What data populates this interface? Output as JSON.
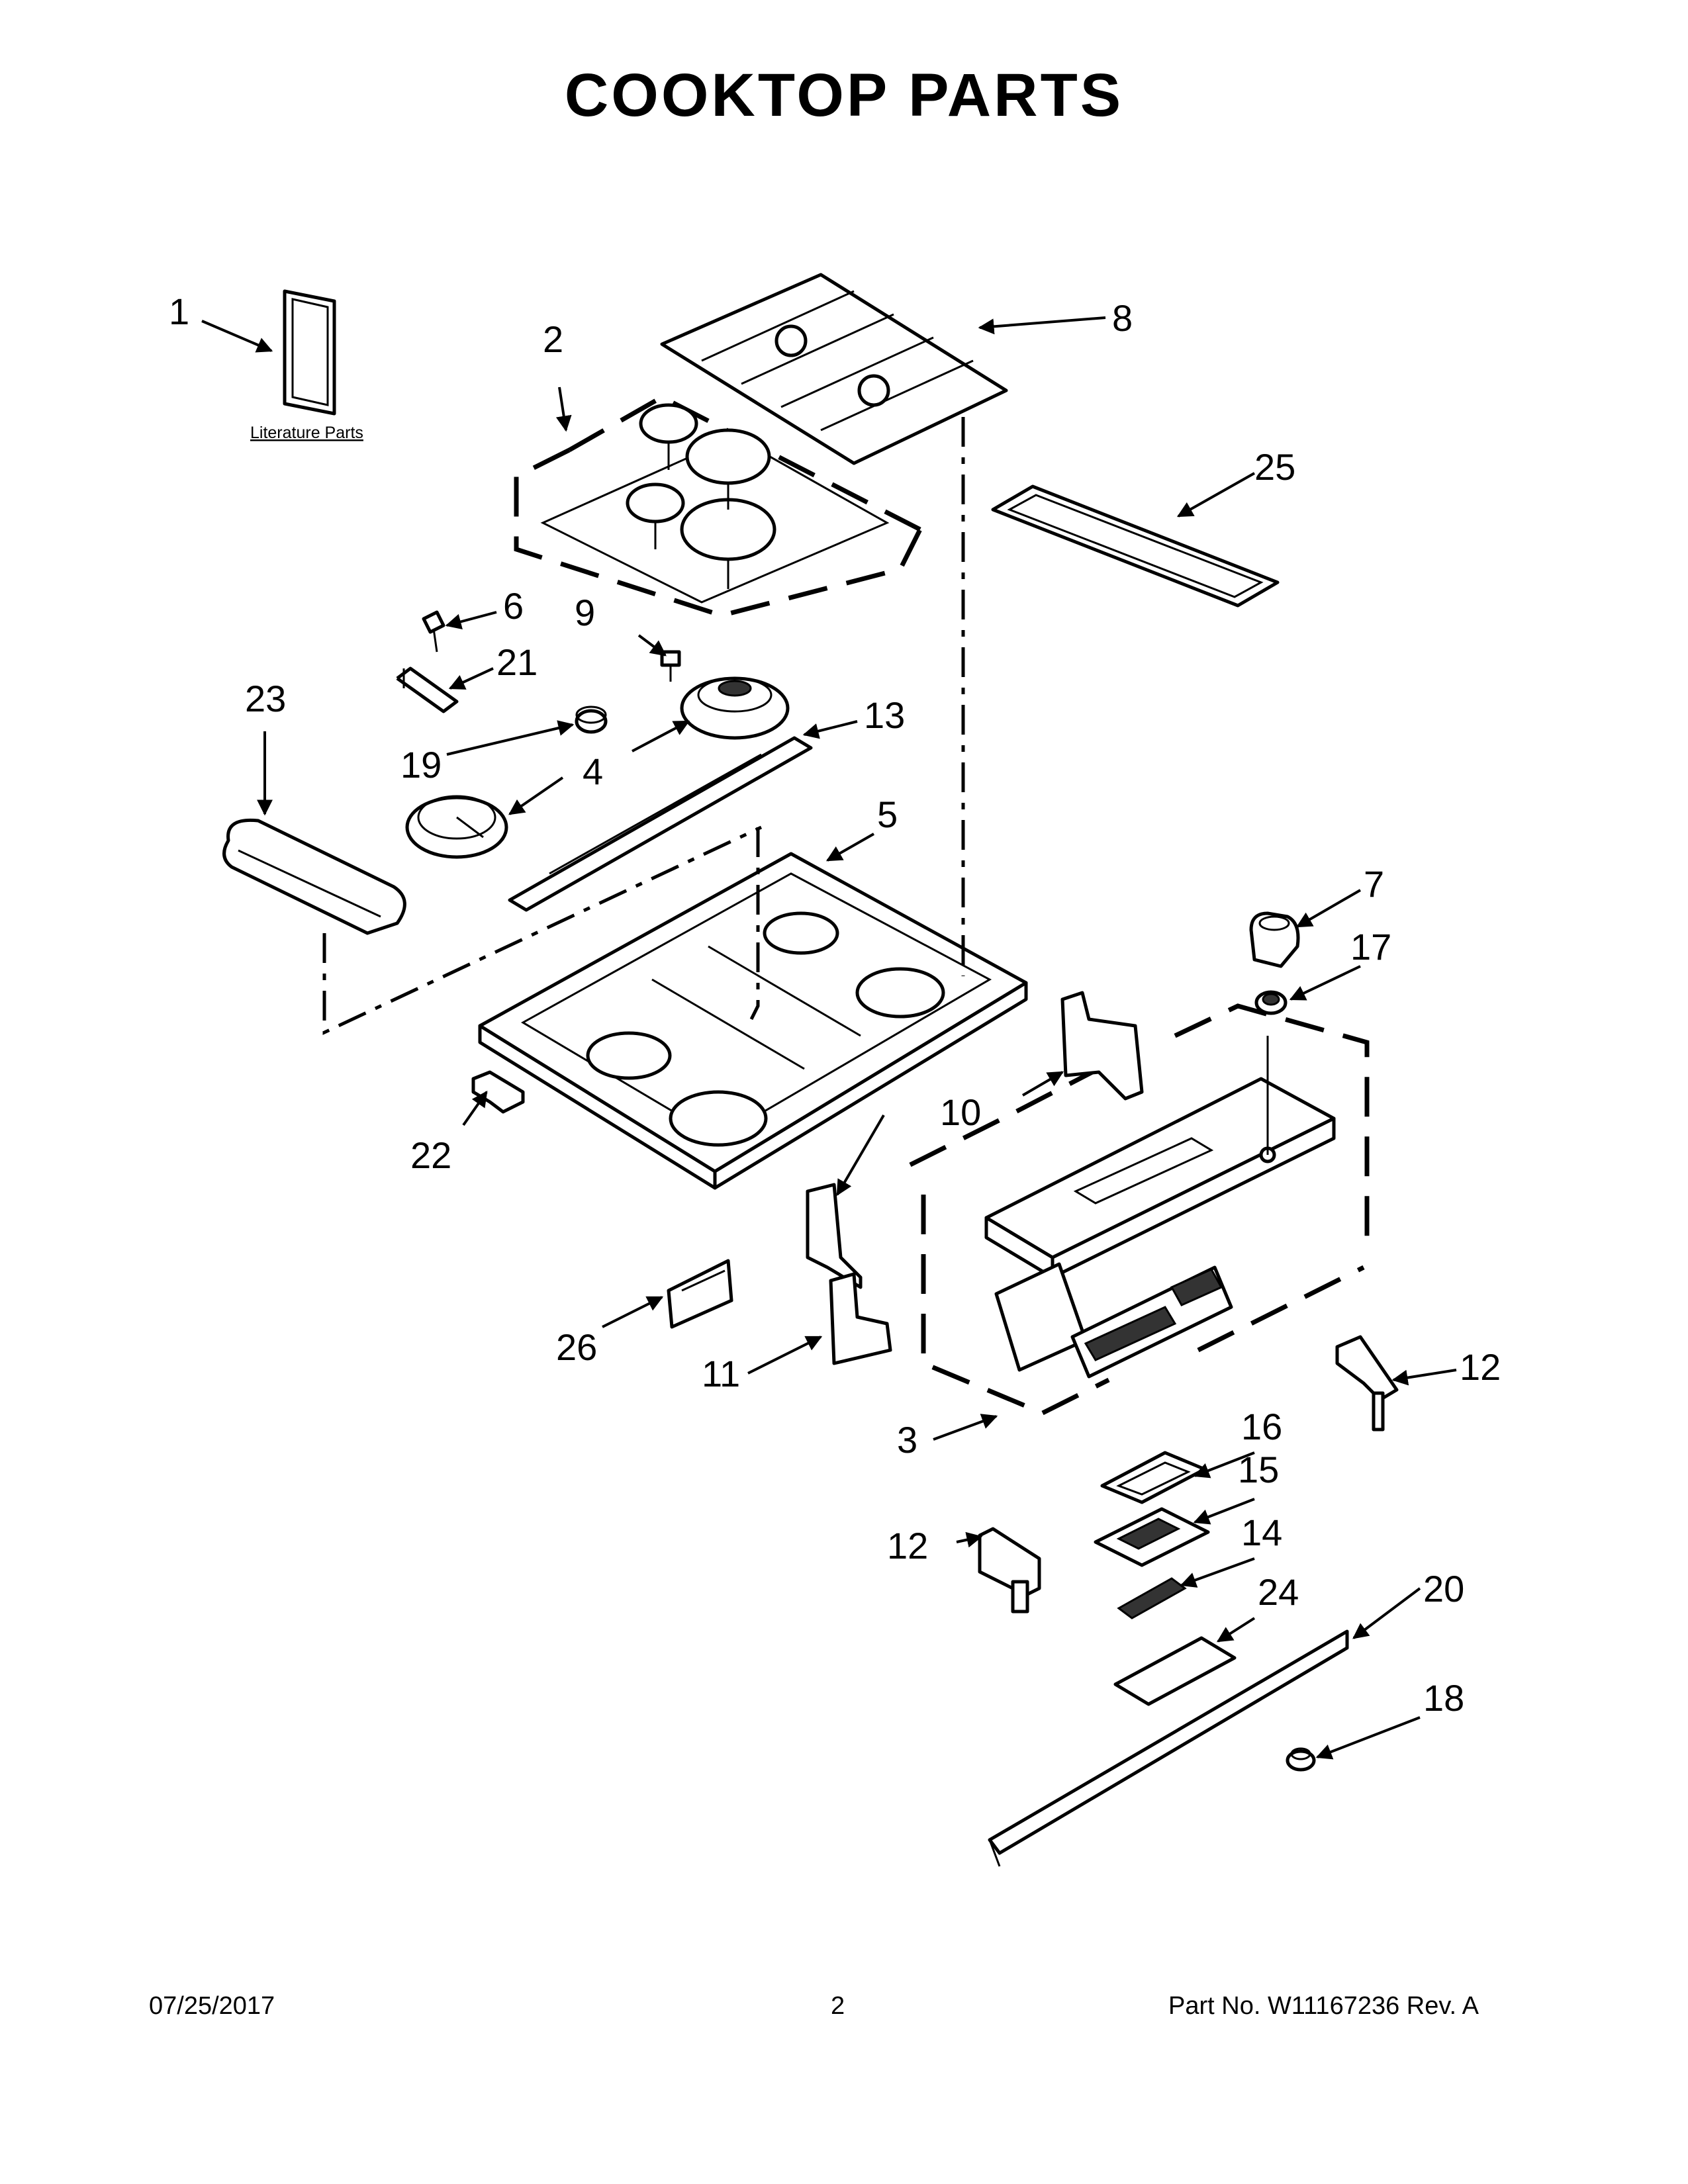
{
  "page_title": "COOKTOP PARTS",
  "literature_label": "Literature Parts",
  "callouts": {
    "c1": "1",
    "c2": "2",
    "c3": "3",
    "c4": "4",
    "c5": "5",
    "c6": "6",
    "c7": "7",
    "c8": "8",
    "c9": "9",
    "c10": "10",
    "c11": "11",
    "c12a": "12",
    "c12b": "12",
    "c13": "13",
    "c14": "14",
    "c15": "15",
    "c16": "16",
    "c17": "17",
    "c18": "18",
    "c19": "19",
    "c20": "20",
    "c21": "21",
    "c22": "22",
    "c23": "23",
    "c24": "24",
    "c25": "25",
    "c26": "26"
  },
  "footer": {
    "date": "07/25/2017",
    "page_number": "2",
    "part_number": "Part No.  W11167236  Rev.  A"
  }
}
